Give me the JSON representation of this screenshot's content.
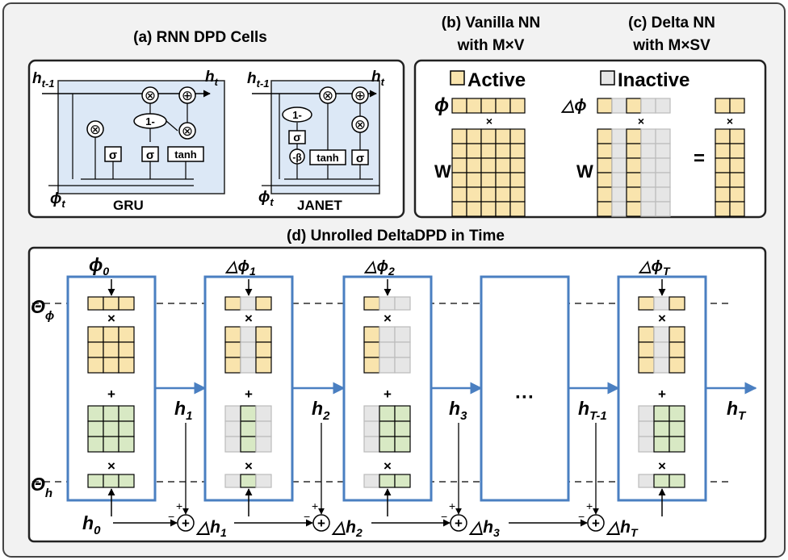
{
  "panels": {
    "a_title": "(a) RNN DPD Cells",
    "b_title_1": "(b) Vanilla NN",
    "b_title_2": "with M×V",
    "c_title_1": "(c) Delta NN",
    "c_title_2": "with M×SV",
    "d_title": "(d) Unrolled DeltaDPD in Time"
  },
  "cells": {
    "gru_label": "GRU",
    "janet_label": "JANET",
    "h_prev": "h",
    "h_prev_sub": "t-1",
    "h_t": "h",
    "h_t_sub": "t",
    "phi_t": "ϕ",
    "phi_t_sub": "t",
    "sigma": "σ",
    "tanh": "tanh",
    "one_minus": "1-",
    "neg_beta": "-β",
    "times": "⊗",
    "plus": "⊕"
  },
  "legend": {
    "active": "Active",
    "inactive": "Inactive"
  },
  "matrix": {
    "phi": "ϕ",
    "delta_phi": "△ϕ",
    "w": "W",
    "times": "×",
    "equals": "="
  },
  "unrolled": {
    "theta_phi": "Θ",
    "theta_phi_sub": "ϕ",
    "theta_h": "Θ",
    "theta_h_sub": "h",
    "inputs": [
      {
        "label": "ϕ",
        "sub": "0"
      },
      {
        "label": "△ϕ",
        "sub": "1"
      },
      {
        "label": "△ϕ",
        "sub": "2"
      },
      {
        "label": "△ϕ",
        "sub": "T"
      }
    ],
    "hidden": [
      {
        "label": "h",
        "sub": "1"
      },
      {
        "label": "h",
        "sub": "2"
      },
      {
        "label": "h",
        "sub": "3"
      },
      {
        "label": "h",
        "sub": "T-1"
      },
      {
        "label": "h",
        "sub": "T"
      }
    ],
    "h0": {
      "label": "h",
      "sub": "0"
    },
    "deltas": [
      {
        "label": "△h",
        "sub": "1"
      },
      {
        "label": "△h",
        "sub": "2"
      },
      {
        "label": "△h",
        "sub": "3"
      },
      {
        "label": "△h",
        "sub": "T"
      }
    ],
    "ellipsis": "···",
    "x_symbol": "×",
    "plus_symbol": "+",
    "minus_symbol": "−",
    "sum_plus": "+"
  },
  "colors": {
    "active_yellow": "#f9e4ad",
    "active_green": "#d8e9c4",
    "inactive_gray": "#e6e6e6",
    "blue": "#4a7fc1",
    "cell_bg": "#dce8f6",
    "panel_bg": "#f2f2f2"
  }
}
